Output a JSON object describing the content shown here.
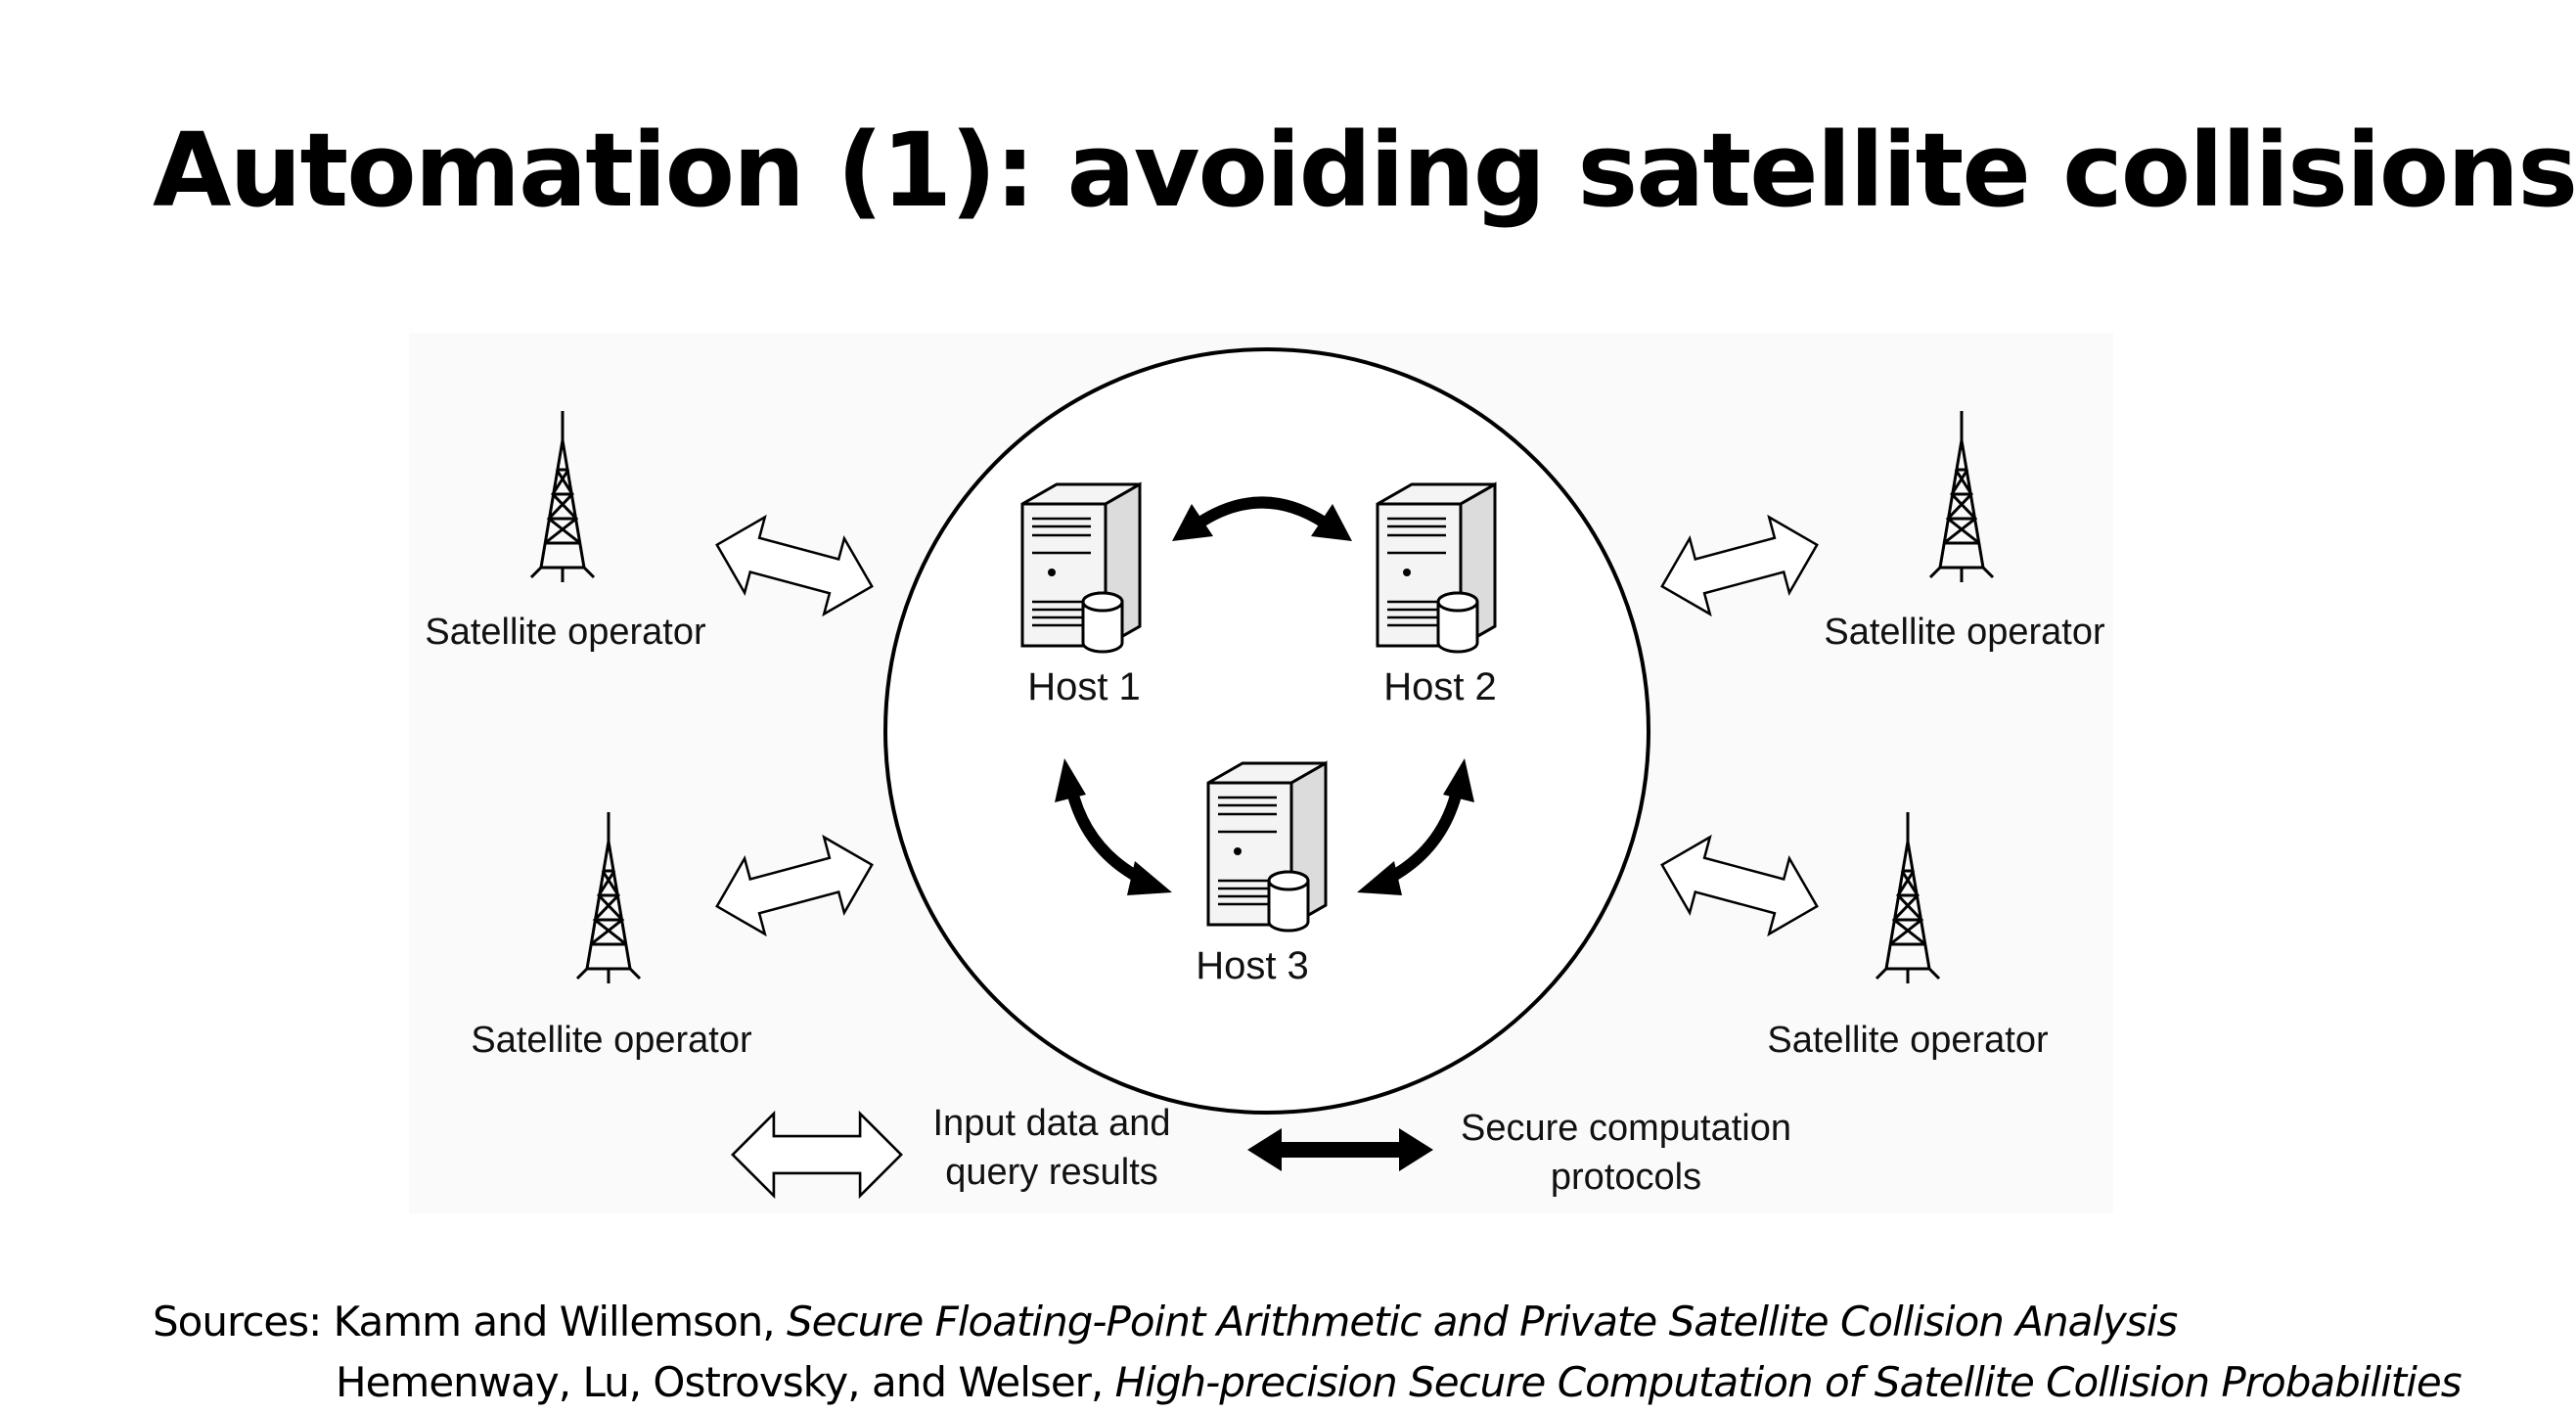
{
  "slide": {
    "title": "Automation (1): avoiding satellite collisions"
  },
  "diagram": {
    "operators": [
      {
        "label": "Satellite operator",
        "icon": "radio-tower-icon"
      },
      {
        "label": "Satellite operator",
        "icon": "radio-tower-icon"
      },
      {
        "label": "Satellite operator",
        "icon": "radio-tower-icon"
      },
      {
        "label": "Satellite operator",
        "icon": "radio-tower-icon"
      }
    ],
    "hosts": [
      {
        "label": "Host 1",
        "icon": "server-icon"
      },
      {
        "label": "Host 2",
        "icon": "server-icon"
      },
      {
        "label": "Host 3",
        "icon": "server-icon"
      }
    ],
    "legend": {
      "input": {
        "line1": "Input data and",
        "line2": "query results",
        "icon": "hollow-double-arrow-icon"
      },
      "secure": {
        "line1": "Secure computation",
        "line2": "protocols",
        "icon": "solid-double-arrow-icon"
      }
    }
  },
  "sources": {
    "label": "Sources:",
    "line1": {
      "authors": "Kamm and Willemson,",
      "title": "Secure Floating-Point Arithmetic and Private Satellite Collision Analysis"
    },
    "line2": {
      "authors": "Hemenway, Lu, Ostrovsky, and Welser,",
      "title": "High-precision Secure Computation of Satellite Collision Probabilities"
    }
  }
}
